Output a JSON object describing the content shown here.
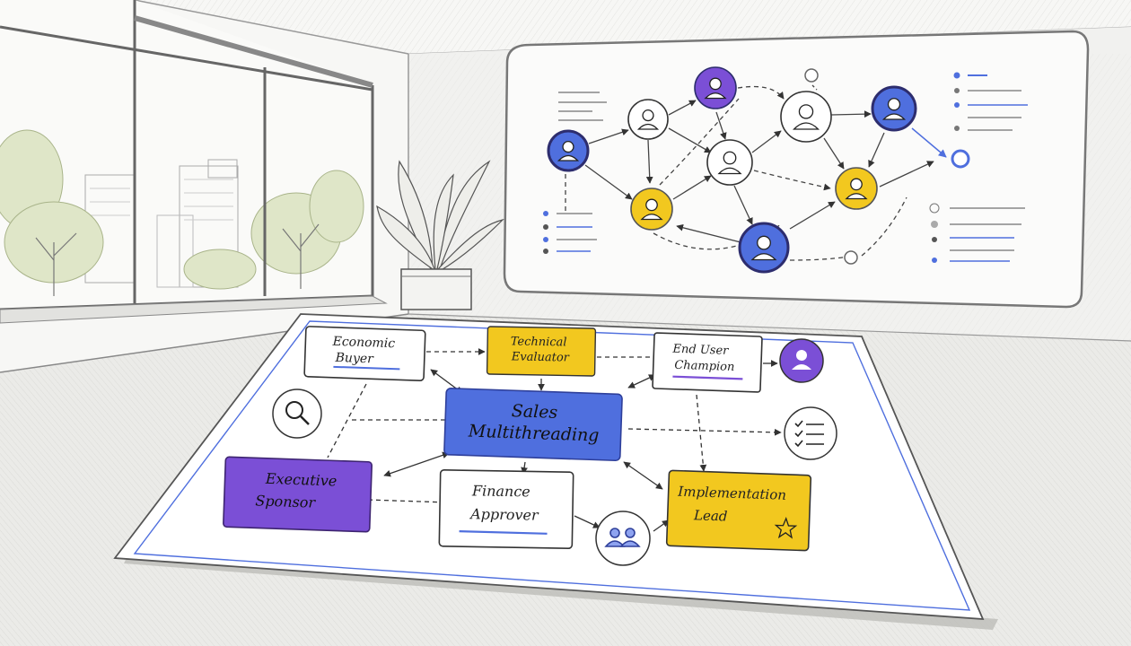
{
  "colors": {
    "purple": "#7b4fd6",
    "blue": "#4f6fde",
    "yellow": "#f2c81f",
    "ink": "#3a3a3a",
    "paper": "#ffffff",
    "background": "#f7f7f5"
  },
  "whiteboard": {
    "people": [
      {
        "name": "person-purple",
        "color": "purple"
      },
      {
        "name": "person-white-a",
        "color": "white"
      },
      {
        "name": "person-blue-a",
        "color": "blue"
      },
      {
        "name": "person-white-b",
        "color": "white"
      },
      {
        "name": "person-blue-b",
        "color": "blue"
      },
      {
        "name": "person-white-c",
        "color": "white"
      },
      {
        "name": "person-yellow-a",
        "color": "yellow"
      },
      {
        "name": "person-yellow-b",
        "color": "yellow"
      },
      {
        "name": "person-blue-c",
        "color": "blue"
      }
    ]
  },
  "diagram": {
    "center": "Sales Multithreading",
    "nodes": {
      "economic_buyer": "Economic Buyer",
      "technical_evaluator": "Technical Evaluator",
      "end_user_champion": "End User Champion",
      "executive_sponsor": "Executive Sponsor",
      "finance_approver": "Finance Approver",
      "implementation_lead": "Implementation Lead"
    },
    "icons": [
      "search-icon",
      "person-icon",
      "checklist-icon",
      "group-icon",
      "star-icon"
    ]
  }
}
